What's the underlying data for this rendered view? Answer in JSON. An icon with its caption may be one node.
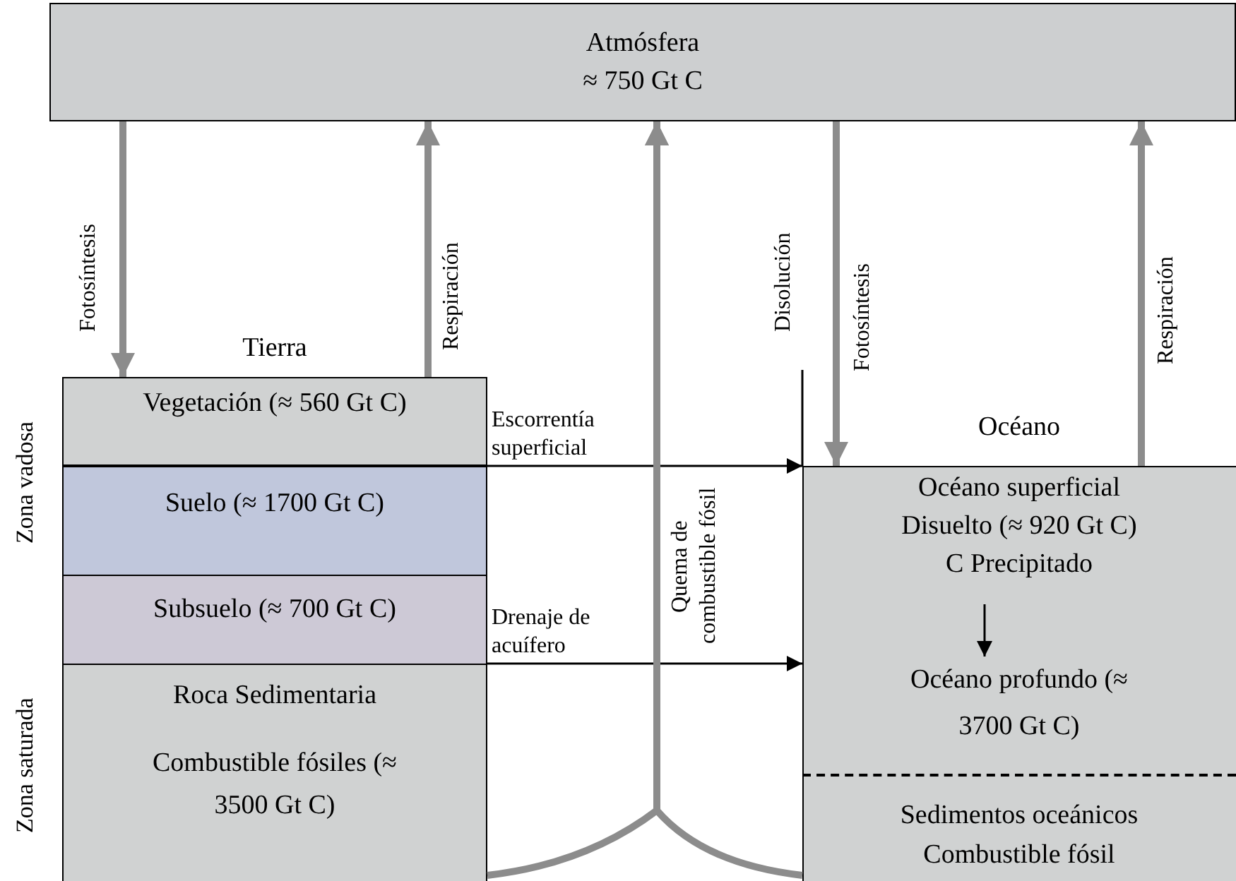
{
  "diagram": {
    "nodes": [
      {
        "text": [
          "Atmósfera",
          "≈ 750 Gt C"
        ]
      },
      {
        "text": [
          "Tierra"
        ]
      },
      {
        "text": [
          "Vegetación (≈ 560 Gt C)"
        ],
        "in": 1
      },
      {
        "text": [
          "Suelo (≈ 1700 Gt C)"
        ],
        "in": 1
      },
      {
        "text": [
          "Subsuelo (≈ 700 Gt C)"
        ],
        "in": 1
      },
      {
        "text": [
          "Roca Sedimentaria",
          "Combustible fósiles (≈ 3500 Gt C)"
        ],
        "in": 1
      },
      {
        "text": [
          "Océano"
        ]
      },
      {
        "text": [
          "Océano superficial",
          "Disuelto (≈ 920 Gt C)",
          "C Precipitado"
        ],
        "in": 6
      },
      {
        "text": [
          "Océano profundo (≈ 3700 Gt C)"
        ],
        "in": 6
      },
      {
        "text": [
          "Sedimentos oceánicos",
          "Combustible fósil"
        ],
        "in": 6
      }
    ],
    "edges": [
      {
        "from": 0,
        "to": 2,
        "arrow": "to",
        "label": "Fotosíntesis"
      },
      {
        "from": 2,
        "to": 0,
        "arrow": "to",
        "label": "Respiración"
      },
      {
        "from": 0,
        "to": 6,
        "arrow": "to",
        "label": "Fotosíntesis"
      },
      {
        "from": 6,
        "to": 0,
        "arrow": "to",
        "label": "Respiración"
      },
      {
        "from": 2,
        "to": 6,
        "arrow": "to",
        "label": "Escorrentía superficial",
        "color": "#000000"
      },
      {
        "from": 4,
        "to": 6,
        "arrow": "to",
        "label": "Drenaje de acuífero",
        "color": "#000000"
      },
      {
        "from": 5,
        "to": 0,
        "arrow": "to",
        "label": "Quema de combustible fósil"
      },
      {
        "from": 9,
        "to": 0,
        "arrow": "to"
      },
      {
        "from": 7,
        "to": 8,
        "arrow": "to",
        "color": "#000000"
      }
    ],
    "labels": [
      "Disolución",
      "Zona vadosa",
      "Zona saturada"
    ]
  }
}
